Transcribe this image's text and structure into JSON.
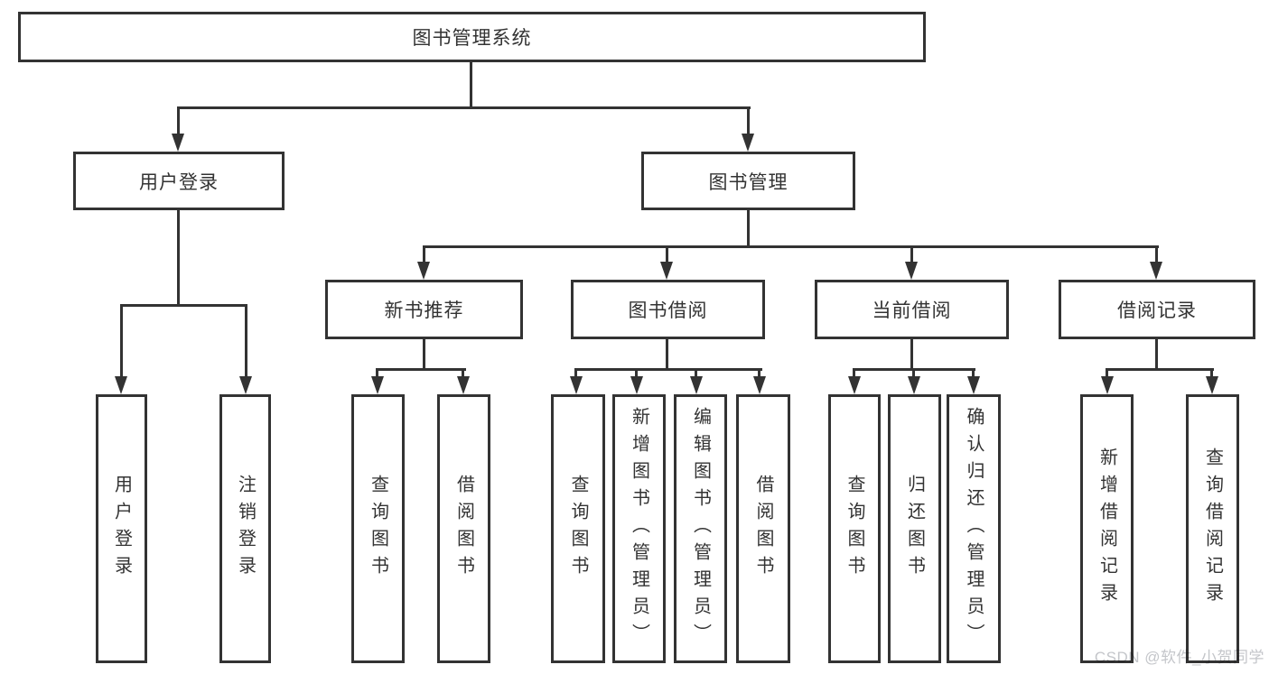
{
  "colors": {
    "line": "#333333",
    "box_border": "#333333",
    "box_fill": "#ffffff",
    "text": "#333333",
    "watermark": "#c4c6ca"
  },
  "watermark": {
    "text": "CSDN @软件_小贺同学"
  },
  "tree": {
    "root": {
      "label": "图书管理系统",
      "children": [
        {
          "label": "用户登录",
          "children": [
            {
              "label": "用户登录"
            },
            {
              "label": "注销登录"
            }
          ]
        },
        {
          "label": "图书管理",
          "children": [
            {
              "label": "新书推荐",
              "children": [
                {
                  "label": "查询图书"
                },
                {
                  "label": "借阅图书"
                }
              ]
            },
            {
              "label": "图书借阅",
              "children": [
                {
                  "label": "查询图书"
                },
                {
                  "label": "新增图书（管理员）"
                },
                {
                  "label": "编辑图书（管理员）"
                },
                {
                  "label": "借阅图书"
                }
              ]
            },
            {
              "label": "当前借阅",
              "children": [
                {
                  "label": "查询图书"
                },
                {
                  "label": "归还图书"
                },
                {
                  "label": "确认归还（管理员）"
                }
              ]
            },
            {
              "label": "借阅记录",
              "children": [
                {
                  "label": "新增借阅记录"
                },
                {
                  "label": "查询借阅记录"
                }
              ]
            }
          ]
        }
      ]
    }
  }
}
